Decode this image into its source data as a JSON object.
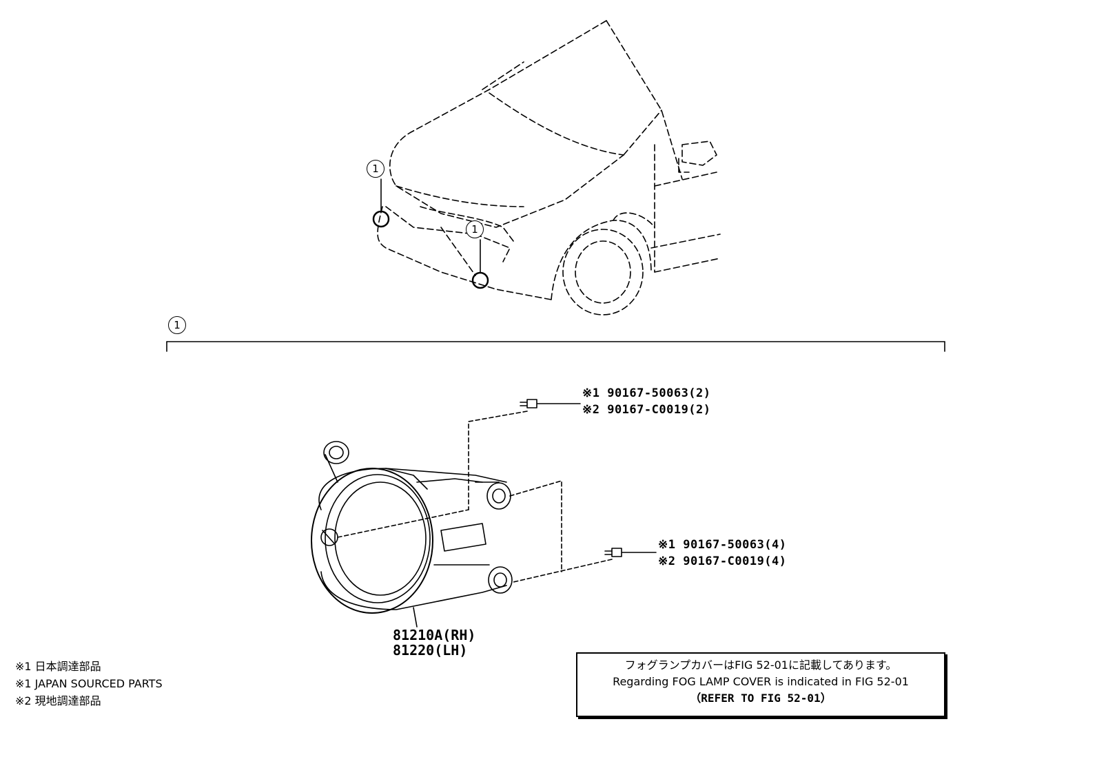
{
  "callout": {
    "circle_1": "1"
  },
  "fasteners": {
    "upper": {
      "line1": "※1 90167-50063(2)",
      "line2": "※2 90167-C0019(2)"
    },
    "lower": {
      "line1": "※1 90167-50063(4)",
      "line2": "※2 90167-C0019(4)"
    }
  },
  "fog_lamp": {
    "part_rh": "81210A(RH)",
    "part_lh": "81220(LH)"
  },
  "legend": {
    "line1": "※1 日本調達部品",
    "line2": "※1 JAPAN SOURCED PARTS",
    "line3": "※2 現地調達部品"
  },
  "note": {
    "line1": "フォグランプカバーはFIG 52-01に記載してあります。",
    "line2": "Regarding FOG LAMP COVER is indicated in FIG 52-01",
    "line3": "（REFER TO FIG 52-01）"
  },
  "icons": [
    "car-front-view",
    "fog-lamp-assembly",
    "screw-icon"
  ]
}
